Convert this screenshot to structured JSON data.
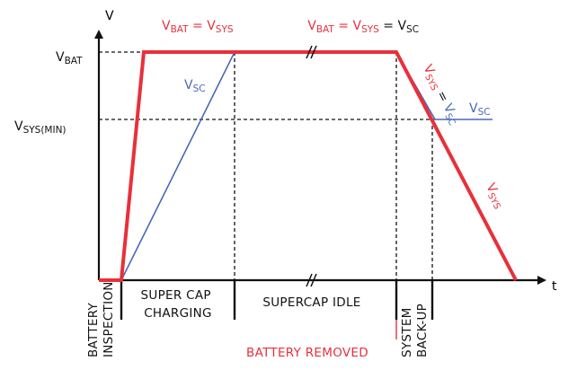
{
  "axes": {
    "y_label": "V",
    "x_label": "t"
  },
  "levels": {
    "vbat": {
      "main": "V",
      "sub": "BAT"
    },
    "vsys_min": {
      "main": "V",
      "sub": "SYS(MIN)"
    }
  },
  "annotations": {
    "top_left": {
      "a": "V",
      "a_sub": "BAT",
      "eq": " = ",
      "b": "V",
      "b_sub": "SYS"
    },
    "top_mid": {
      "a": "V",
      "a_sub": "BAT",
      "eq1": " = ",
      "b": "V",
      "b_sub": "SYS",
      "eq2": " = ",
      "c": "V",
      "c_sub": "SC"
    },
    "vsc_ramp": {
      "main": "V",
      "sub": "SC"
    },
    "vsys_eq_vsc": {
      "a": "V",
      "a_sub": "SYS",
      "eq": " = ",
      "b": "V",
      "b_sub": "SC"
    },
    "vsc_right": {
      "main": "V",
      "sub": "SC"
    },
    "vsys_fall": {
      "main": "V",
      "sub": "SYS"
    }
  },
  "phases": {
    "battery_inspection": [
      "BATTERY",
      "INSPECTION"
    ],
    "supercap_charging": [
      "SUPER CAP",
      "CHARGING"
    ],
    "supercap_idle": "SUPERCAP IDLE",
    "system_backup": [
      "SYSTEM",
      "BACK-UP"
    ]
  },
  "event": "BATTERY REMOVED",
  "colors": {
    "vsys": "#e8303a",
    "vsc": "#4a68b8",
    "axis": "#111111",
    "text": "#111111"
  }
}
